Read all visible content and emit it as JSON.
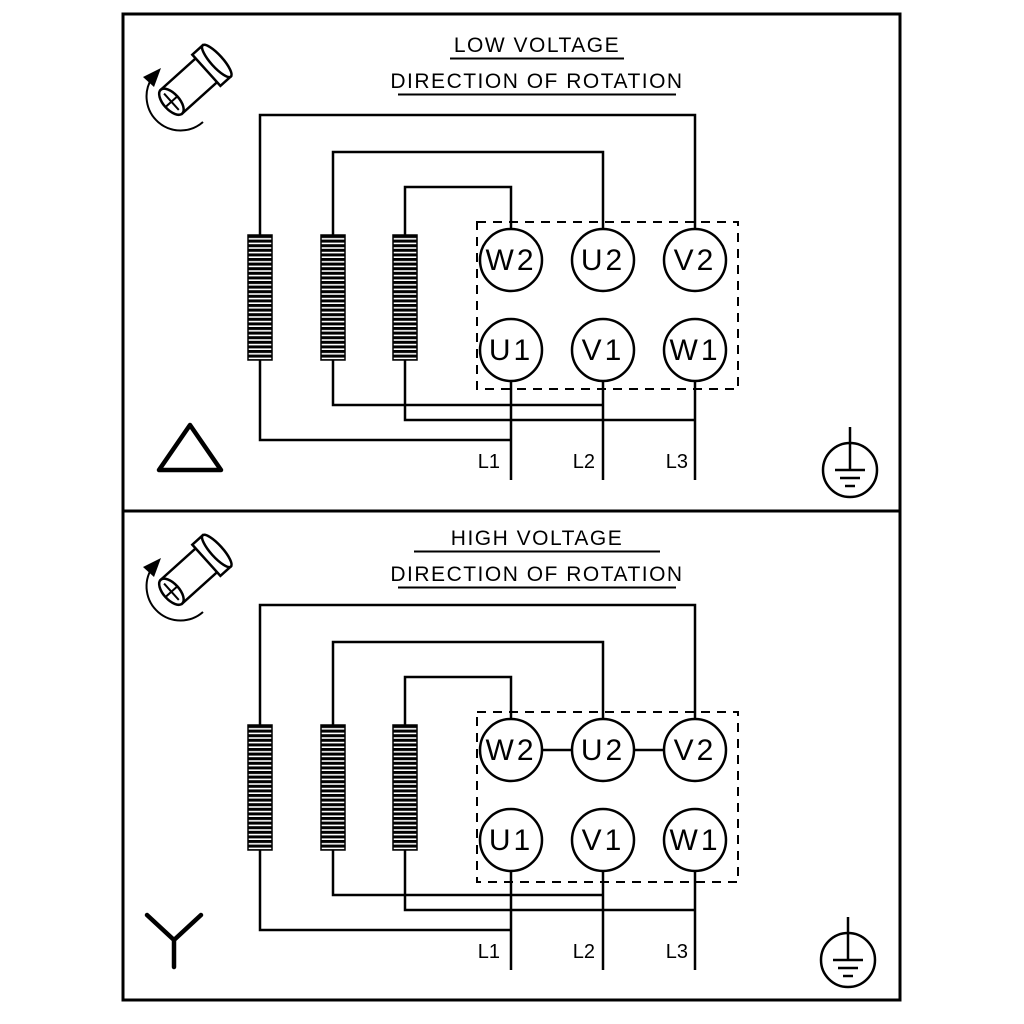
{
  "diagram": {
    "type": "three-phase-motor-wiring",
    "colors": {
      "ink": "#000000",
      "background": "#ffffff"
    },
    "panels": [
      {
        "title": "LOW VOLTAGE",
        "subtitle": "DIRECTION OF ROTATION",
        "connection": "delta",
        "terminals": {
          "top_row": [
            "W2",
            "U2",
            "V2"
          ],
          "bottom_row": [
            "U1",
            "V1",
            "W1"
          ]
        },
        "supply_lines": [
          "L1",
          "L2",
          "L3"
        ]
      },
      {
        "title": "HIGH VOLTAGE",
        "subtitle": "DIRECTION OF ROTATION",
        "connection": "star",
        "terminals": {
          "top_row": [
            "W2",
            "U2",
            "V2"
          ],
          "bottom_row": [
            "U1",
            "V1",
            "W1"
          ]
        },
        "supply_lines": [
          "L1",
          "L2",
          "L3"
        ]
      }
    ]
  }
}
